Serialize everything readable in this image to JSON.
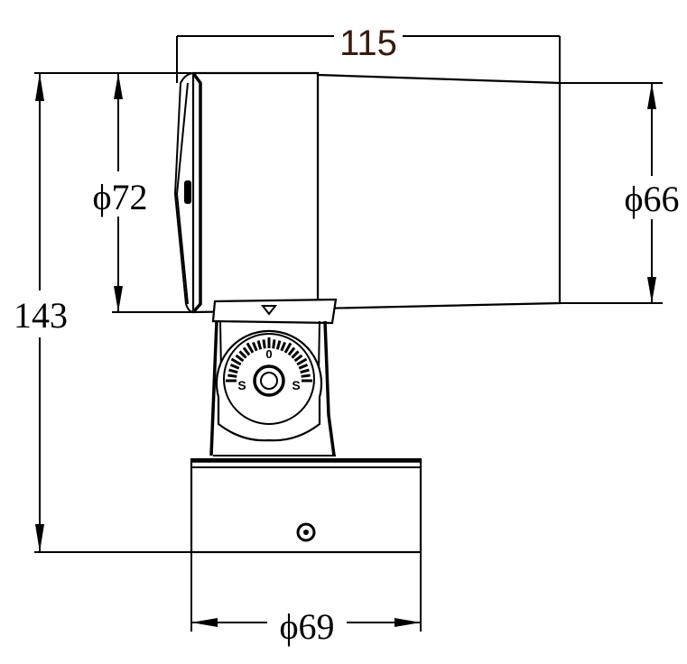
{
  "dimensions": {
    "length": "115",
    "height": "143",
    "front_diameter": "ϕ72",
    "rear_diameter": "ϕ66",
    "base_diameter": "ϕ69"
  },
  "dial": {
    "marker": "0",
    "left_marker": "S",
    "right_marker": "S"
  },
  "colors": {
    "line": "#000000",
    "top_dimension_text": "#3a1a0c",
    "background": "#ffffff"
  },
  "icons": [
    "triangle-pointer-icon",
    "screw-hole-icon"
  ]
}
